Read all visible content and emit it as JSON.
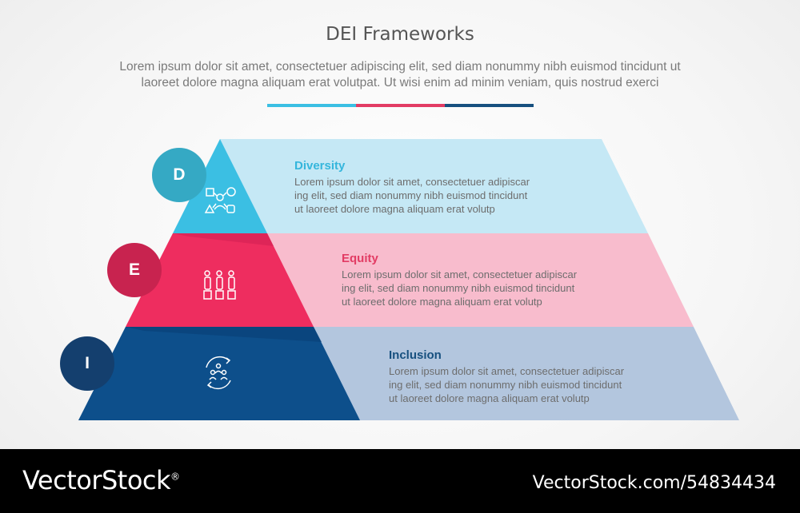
{
  "header": {
    "title": "DEI Frameworks",
    "subtitle_line1": "Lorem ipsum dolor sit amet, consectetuer adipiscing elit, sed diam nonummy nibh euismod tincidunt ut",
    "subtitle_line2": "laoreet dolore magna aliquam erat volutpat. Ut wisi enim ad minim veniam, quis nostrud exerci"
  },
  "colors": {
    "cyan": "#3bbfe3",
    "pink": "#ee2d5f",
    "blue": "#0d4f8b",
    "divider": [
      "#3bbfe3",
      "#e23c64",
      "#17507f"
    ]
  },
  "levels": [
    {
      "letter": "D",
      "title": "Diversity",
      "body_line1": "Lorem ipsum dolor sit amet, consectetuer adipiscar",
      "body_line2": "ing elit, sed diam nonummy nibh euismod tincidunt",
      "body_line3": "ut laoreet dolore magna aliquam erat volutp",
      "icon": "diversity-shapes-icon",
      "title_color": "#35b6dc",
      "badge_color": "#35a9c4"
    },
    {
      "letter": "E",
      "title": "Equity",
      "body_line1": "Lorem ipsum dolor sit amet, consectetuer adipiscar",
      "body_line2": "ing elit, sed diam nonummy nibh euismod tincidunt",
      "body_line3": "ut laoreet dolore magna aliquam erat volutp",
      "icon": "equity-people-icon",
      "title_color": "#e23c64",
      "badge_color": "#c8234f"
    },
    {
      "letter": "I",
      "title": "Inclusion",
      "body_line1": "Lorem ipsum dolor sit amet, consectetuer adipiscar",
      "body_line2": "ing elit, sed diam nonummy nibh euismod tincidunt",
      "body_line3": "ut laoreet dolore magna aliquam erat volutp",
      "icon": "inclusion-group-icon",
      "title_color": "#17507f",
      "badge_color": "#143f6e"
    }
  ],
  "footer": {
    "brand": "VectorStock",
    "registered": "®",
    "image_id": "VectorStock.com/54834434"
  }
}
